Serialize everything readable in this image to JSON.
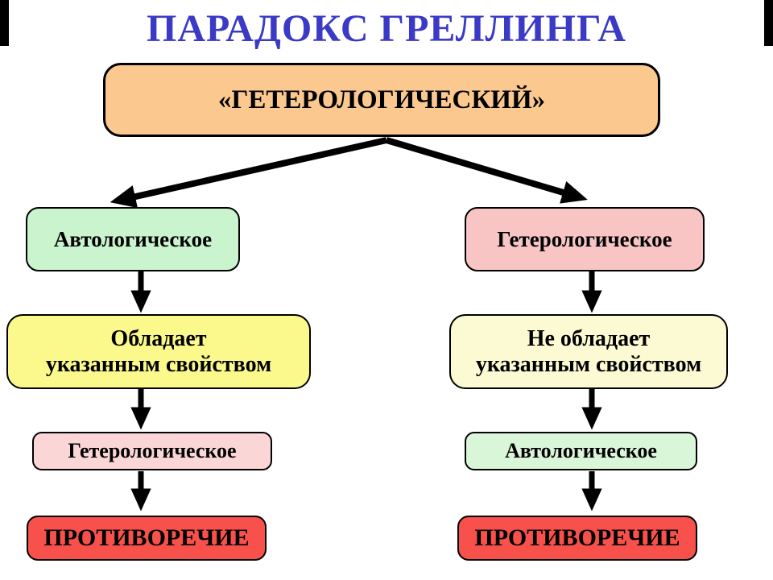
{
  "title": "ПАРАДОКС ГРЕЛЛИНГА",
  "colors": {
    "title_blue": "#3a3ac6",
    "arrow_black": "#000000",
    "border_black": "#000000",
    "root_orange": "#fbc98f",
    "green": "#c9f4ce",
    "green_light": "#d9f6d9",
    "pink": "#f8c4c4",
    "pink_light": "#fbd6d6",
    "yellow": "#fbf98c",
    "yellow_pale": "#fcfad2",
    "red": "#f8514b"
  },
  "root_box": {
    "label": "«ГЕТЕРОЛОГИЧЕСКИЙ»"
  },
  "columns": [
    {
      "id": "left",
      "boxes": [
        {
          "label": "Автологическое"
        },
        {
          "label": "Обладает\nуказанным свойством"
        },
        {
          "label": "Гетерологическое"
        },
        {
          "label": "ПРОТИВОРЕЧИЕ"
        }
      ]
    },
    {
      "id": "right",
      "boxes": [
        {
          "label": "Гетерологическое"
        },
        {
          "label": "Не обладает\nуказанным свойством"
        },
        {
          "label": "Автологическое"
        },
        {
          "label": "ПРОТИВОРЕЧИЕ"
        }
      ]
    }
  ]
}
